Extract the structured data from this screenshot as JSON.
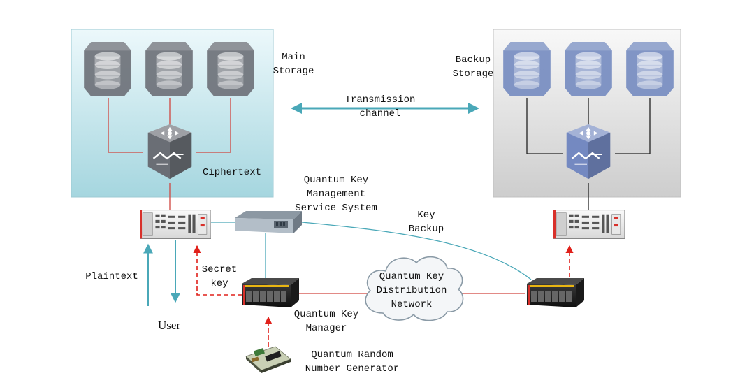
{
  "labels": {
    "main_storage": [
      "Main",
      "Storage"
    ],
    "backup_storage": [
      "Backup",
      "Storage"
    ],
    "transmission": [
      "Transmission",
      "channel"
    ],
    "ciphertext": "Ciphertext",
    "qkms": [
      "Quantum Key",
      "Management",
      "Service System"
    ],
    "key_backup": [
      "Key",
      "Backup"
    ],
    "plaintext": "Plaintext",
    "secret_key": [
      "Secret",
      "key"
    ],
    "user": "User",
    "qkd_network": [
      "Quantum Key",
      "Distribution",
      "Network"
    ],
    "qk_manager": [
      "Quantum Key",
      "Manager"
    ],
    "qrng": [
      "Quantum Random",
      "Number Generator"
    ]
  },
  "colors": {
    "main_panel_top": "#e9f7fb",
    "main_panel_bottom": "#a8d8e0",
    "backup_panel_top": "#f7f7f7",
    "backup_panel_bottom": "#cfcfcf",
    "teal_line": "#4aa8b8",
    "red_line": "#d0453f",
    "red_dashed": "#e0201a",
    "black_line": "#222222"
  }
}
